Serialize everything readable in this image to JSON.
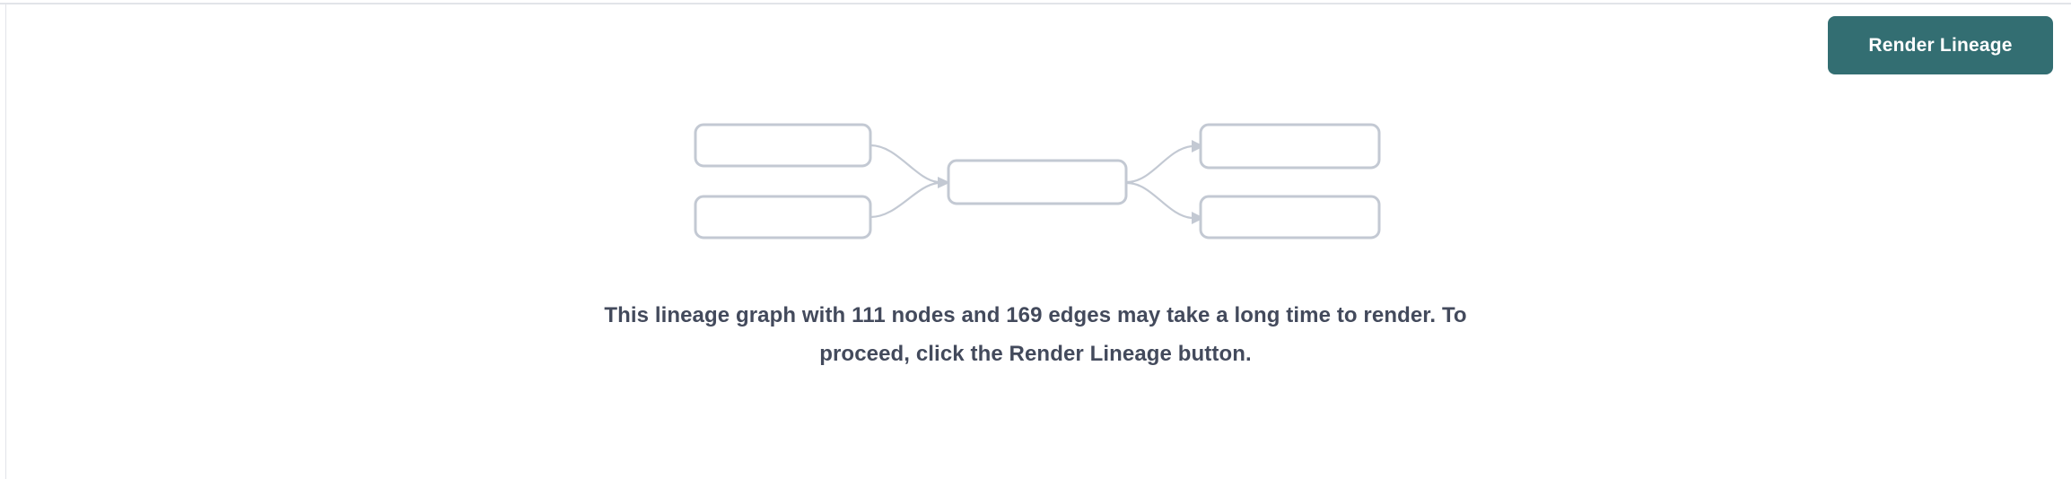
{
  "page": {
    "background_color": "#ffffff",
    "rule_color": "#e2e4e9"
  },
  "toolbar": {
    "render_lineage_label": "Render Lineage",
    "render_lineage_bg": "#336e72",
    "render_lineage_fg": "#ffffff"
  },
  "graph_placeholder": {
    "node_border_color": "#c3c9d3",
    "node_fill_color": "#ffffff",
    "edge_color": "#c3c9d3",
    "node_count_shown": 5,
    "edge_count_shown": 4
  },
  "message": {
    "text": "This lineage graph with 111 nodes and 169 edges may take a long time to render. To proceed, click the Render Lineage button.",
    "node_count": "111",
    "edge_count": "169",
    "color": "#434a5c"
  }
}
